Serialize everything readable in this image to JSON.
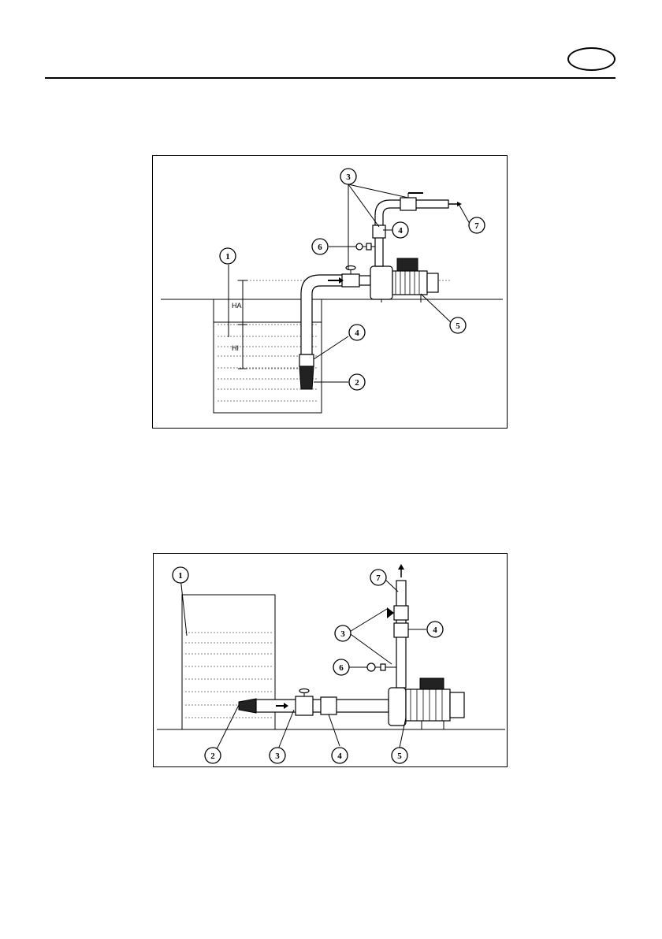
{
  "header": {
    "language_badge": ""
  },
  "diagram_suction_lift": {
    "callouts": [
      "1",
      "2",
      "3",
      "4",
      "4",
      "5",
      "6",
      "7",
      "3"
    ],
    "dimension_labels": {
      "ha": "HA",
      "hi": "HI"
    }
  },
  "diagram_flooded_suction": {
    "callouts": [
      "1",
      "2",
      "3",
      "4",
      "5",
      "6",
      "7",
      "3",
      "4"
    ]
  }
}
